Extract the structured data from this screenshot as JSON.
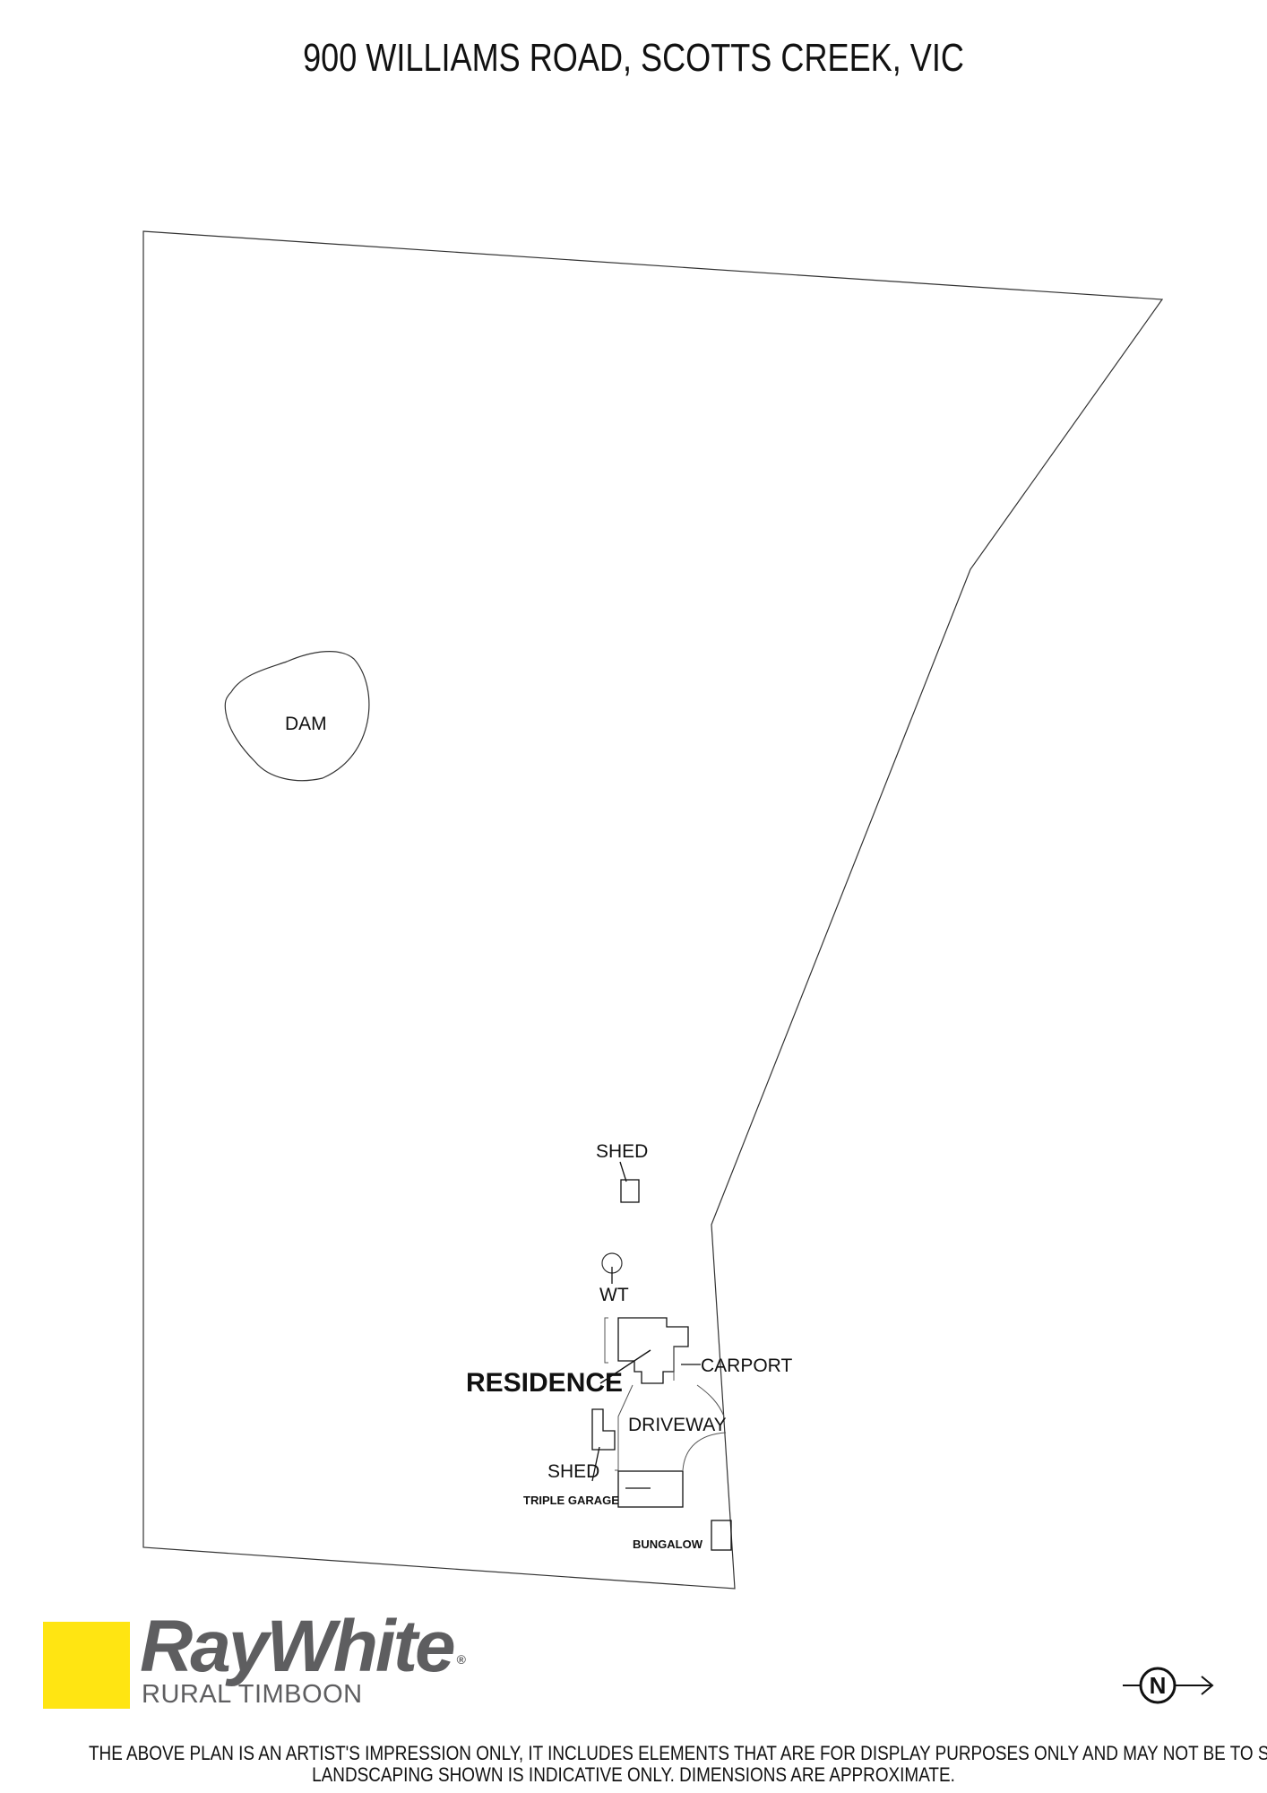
{
  "title": "900 WILLIAMS ROAD, SCOTTS CREEK, VIC",
  "labels": {
    "dam": "DAM",
    "shed_top": "SHED",
    "wt": "WT",
    "residence": "RESIDENCE",
    "carport": "CARPORT",
    "driveway": "DRIVEWAY",
    "shed_bottom": "SHED",
    "triple_garage": "TRIPLE GARAGE",
    "bungalow": "BUNGALOW"
  },
  "logo": {
    "name": "RayWhite",
    "registered": "®",
    "subtitle": "RURAL TIMBOON",
    "color": "#ffe512",
    "text_color": "#5e5e60"
  },
  "north_arrow": {
    "letter": "N",
    "icon": "north-arrow-icon"
  },
  "disclaimer": {
    "line1": "THE ABOVE PLAN IS AN ARTIST'S IMPRESSION ONLY, IT INCLUDES ELEMENTS THAT ARE FOR DISPLAY PURPOSES ONLY AND MAY NOT BE TO SCALE.",
    "line2": "LANDSCAPING SHOWN IS INDICATIVE ONLY. DIMENSIONS ARE APPROXIMATE."
  }
}
